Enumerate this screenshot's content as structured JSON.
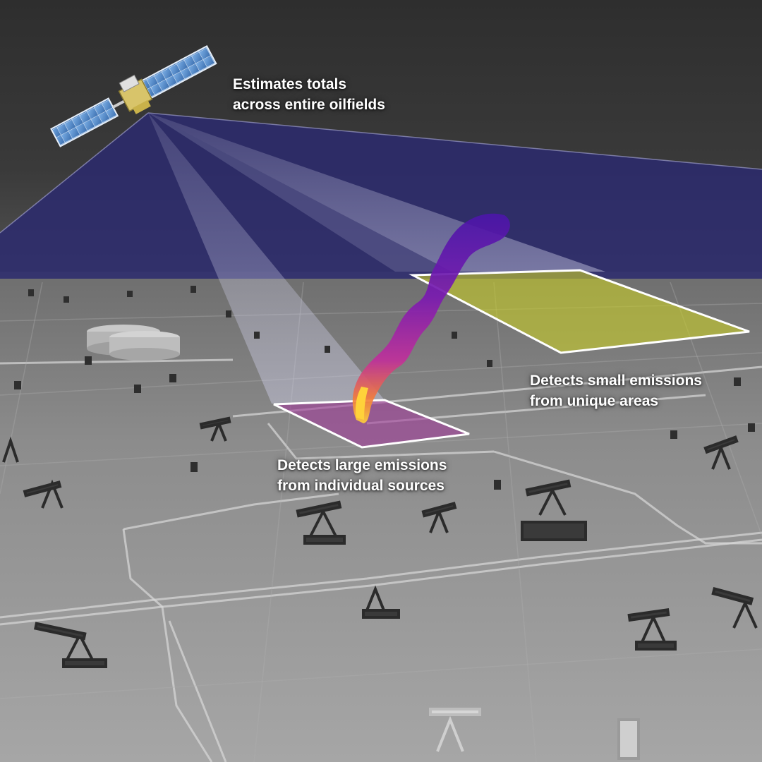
{
  "labels": {
    "oilfields": {
      "line1": "Estimates totals",
      "line2": "across entire oilfields"
    },
    "small_areas": {
      "line1": "Detects small emissions",
      "line2": "from unique areas"
    },
    "individual_sources": {
      "line1": "Detects large emissions",
      "line2": "from individual sources"
    }
  },
  "colors": {
    "sky": "#2a2a2a",
    "ground": "#8a8a8a",
    "wide_beam": "#2b2a6e",
    "narrow_beam": "#c9c9e6",
    "area_patch": "#c6cc2a",
    "source_patch": "#a03c9a",
    "plume_low": "#3a0a8a",
    "plume_mid": "#c0309a",
    "plume_high": "#ffd23a",
    "label_text": "#ffffff"
  },
  "icons": [
    "satellite-icon",
    "pumpjack-icon",
    "storage-tank-icon",
    "methane-plume-icon"
  ]
}
